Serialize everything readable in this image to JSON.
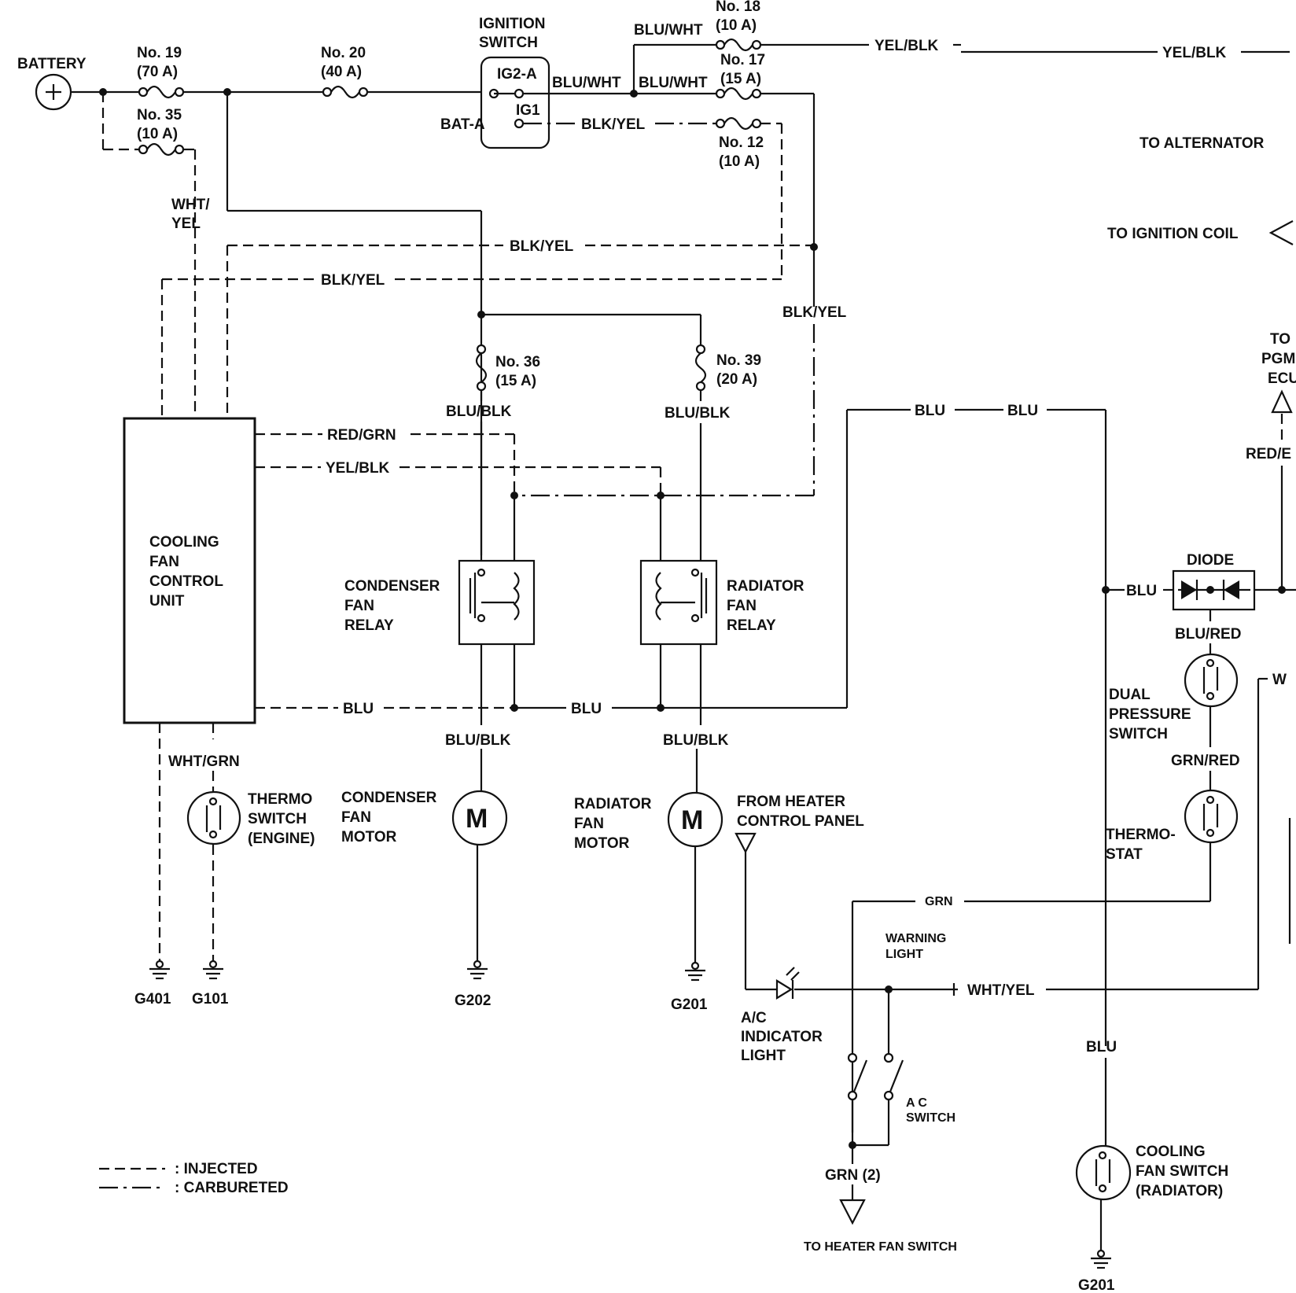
{
  "labels": {
    "battery": "BATTERY",
    "ign_switch_1": "IGNITION",
    "ign_switch_2": "SWITCH",
    "ig2a": "IG2-A",
    "ig1": "IG1",
    "bata": "BAT-A",
    "fuse19_name": "No. 19",
    "fuse19_rating": "(70 A)",
    "fuse35_name": "No. 35",
    "fuse35_rating": "(10 A)",
    "fuse20_name": "No. 20",
    "fuse20_rating": "(40 A)",
    "fuse18_name": "No. 18",
    "fuse18_rating": "(10 A)",
    "fuse17_name": "No. 17",
    "fuse17_rating": "(15 A)",
    "fuse12_name": "No. 12",
    "fuse12_rating": "(10 A)",
    "fuse36_name": "No. 36",
    "fuse36_rating": "(15 A)",
    "fuse39_name": "No. 39",
    "fuse39_rating": "(20 A)",
    "wire_blu_wht": "BLU/WHT",
    "wire_yel_blk": "YEL/BLK",
    "wire_blk_yel": "BLK/YEL",
    "wire_wht_yel_1": "WHT/",
    "wire_wht_yel_2": "YEL",
    "wire_wht_yel": "WHT/YEL",
    "wire_blu_blk": "BLU/BLK",
    "wire_red_grn": "RED/GRN",
    "wire_blu": "BLU",
    "wire_wht_grn": "WHT/GRN",
    "wire_blu_red": "BLU/RED",
    "wire_grn_red": "GRN/RED",
    "wire_grn": "GRN",
    "wire_grn2": "GRN (2)",
    "wire_red_partial": "RED/E",
    "to_alternator": "TO ALTERNATOR",
    "to_ignition_coil": "TO IGNITION COIL",
    "to_pgm_1": "TO",
    "to_pgm_2": "PGM",
    "to_pgm_3": "ECU",
    "cfcu_1": "COOLING",
    "cfcu_2": "FAN",
    "cfcu_3": "CONTROL",
    "cfcu_4": "UNIT",
    "cond_relay_1": "CONDENSER",
    "cond_relay_2": "FAN",
    "cond_relay_3": "RELAY",
    "rad_relay_1": "RADIATOR",
    "rad_relay_2": "FAN",
    "rad_relay_3": "RELAY",
    "thermo_sw_1": "THERMO",
    "thermo_sw_2": "SWITCH",
    "thermo_sw_3": "(ENGINE)",
    "cond_motor_1": "CONDENSER",
    "cond_motor_2": "FAN",
    "cond_motor_3": "MOTOR",
    "rad_motor_1": "RADIATOR",
    "rad_motor_2": "FAN",
    "rad_motor_3": "MOTOR",
    "motor_symbol": "M",
    "from_heater_1": "FROM HEATER",
    "from_heater_2": "CONTROL PANEL",
    "diode": "DIODE",
    "dual_pressure_1": "DUAL",
    "dual_pressure_2": "PRESSURE",
    "dual_pressure_3": "SWITCH",
    "thermostat_1": "THERMO-",
    "thermostat_2": "STAT",
    "warning_light_1": "WARNING",
    "warning_light_2": "LIGHT",
    "ac_indicator_1": "A/C",
    "ac_indicator_2": "INDICATOR",
    "ac_indicator_3": "LIGHT",
    "ac_switch_1": "A C",
    "ac_switch_2": "SWITCH",
    "to_heater_fan": "TO HEATER FAN SWITCH",
    "cool_fan_sw_1": "COOLING",
    "cool_fan_sw_2": "FAN SWITCH",
    "cool_fan_sw_3": "(RADIATOR)",
    "partial_w": "W",
    "g401": "G401",
    "g101": "G101",
    "g202": "G202",
    "g201": "G201",
    "g201b": "G201"
  },
  "legend": {
    "injected": ": INJECTED",
    "carbureted": ": CARBURETED"
  }
}
